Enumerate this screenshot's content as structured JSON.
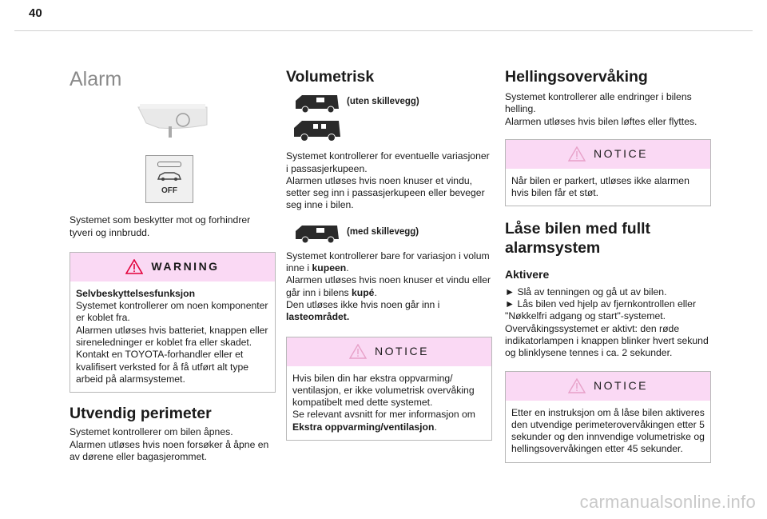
{
  "page_number": "40",
  "col1": {
    "title": "Alarm",
    "off_label": "OFF",
    "intro": "Systemet som beskytter mot og forhindrer tyveri og innbrudd.",
    "warning": {
      "label": "WARNING",
      "bold_title": "Selvbeskyttelsesfunksjon",
      "lines": [
        "Systemet kontrollerer om noen komponenter er koblet fra.",
        "Alarmen utløses hvis batteriet, knappen eller sireneledninger er koblet fra eller skadet.",
        "Kontakt en TOYOTA-forhandler eller et kvalifisert verksted for å få utført alt type arbeid på alarmsystemet."
      ]
    },
    "perimeter_title": "Utvendig perimeter",
    "perimeter_lines": [
      "Systemet kontrollerer om bilen åpnes.",
      "Alarmen utløses hvis noen forsøker å åpne en av dørene eller bagasjerommet."
    ]
  },
  "col2": {
    "title": "Volumetrisk",
    "van1_label": "(uten skillevegg)",
    "text1": [
      "Systemet kontrollerer for eventuelle variasjoner i passasjerkupeen.",
      "Alarmen utløses hvis noen knuser et vindu, setter seg inn i passasjerkupeen eller beveger seg inne i bilen."
    ],
    "van2_label": "(med skillevegg)",
    "text2_a": "Systemet kontrollerer bare for variasjon i volum inne i ",
    "text2_b": "kupeen",
    "text2_c": ".",
    "text2_d": "Alarmen utløses hvis noen knuser et vindu eller går inn i bilens ",
    "text2_e": "kupé",
    "text2_f": ".",
    "text2_g": "Den utløses ikke hvis noen går inn i ",
    "text2_h": "lasteområdet.",
    "notice": {
      "label": "NOTICE",
      "lines": [
        "Hvis bilen din har ekstra oppvarming/ ventilasjon, er ikke volumetrisk overvåking kompatibelt med dette systemet."
      ],
      "ref_a": "Se relevant avsnitt for mer informasjon om ",
      "ref_b": "Ekstra oppvarming/ventilasjon",
      "ref_c": "."
    }
  },
  "col3": {
    "title": "Hellingsovervåking",
    "lines": [
      "Systemet kontrollerer alle endringer i bilens helling.",
      "Alarmen utløses hvis bilen løftes eller flyttes."
    ],
    "notice1": {
      "label": "NOTICE",
      "text": "Når bilen er parkert, utløses ikke alarmen hvis bilen får et støt."
    },
    "lock_title": "Låse bilen med fullt alarmsystem",
    "activate_title": "Aktivere",
    "steps": [
      "► Slå av tenningen og gå ut av bilen.",
      "► Lås bilen ved hjelp av fjernkontrollen eller \"Nøkkelfri adgang og start\"-systemet."
    ],
    "after": "Overvåkingssystemet er aktivt: den røde indikatorlampen i knappen blinker hvert sekund og blinklysene tennes i ca. 2 sekunder.",
    "notice2": {
      "label": "NOTICE",
      "text": "Etter en instruksjon om å låse bilen aktiveres den utvendige perimeterovervåkingen etter 5 sekunder og den innvendige volumetriske og hellingsovervåkingen etter 45 sekunder."
    }
  },
  "watermark": "carmanualsonline.info"
}
